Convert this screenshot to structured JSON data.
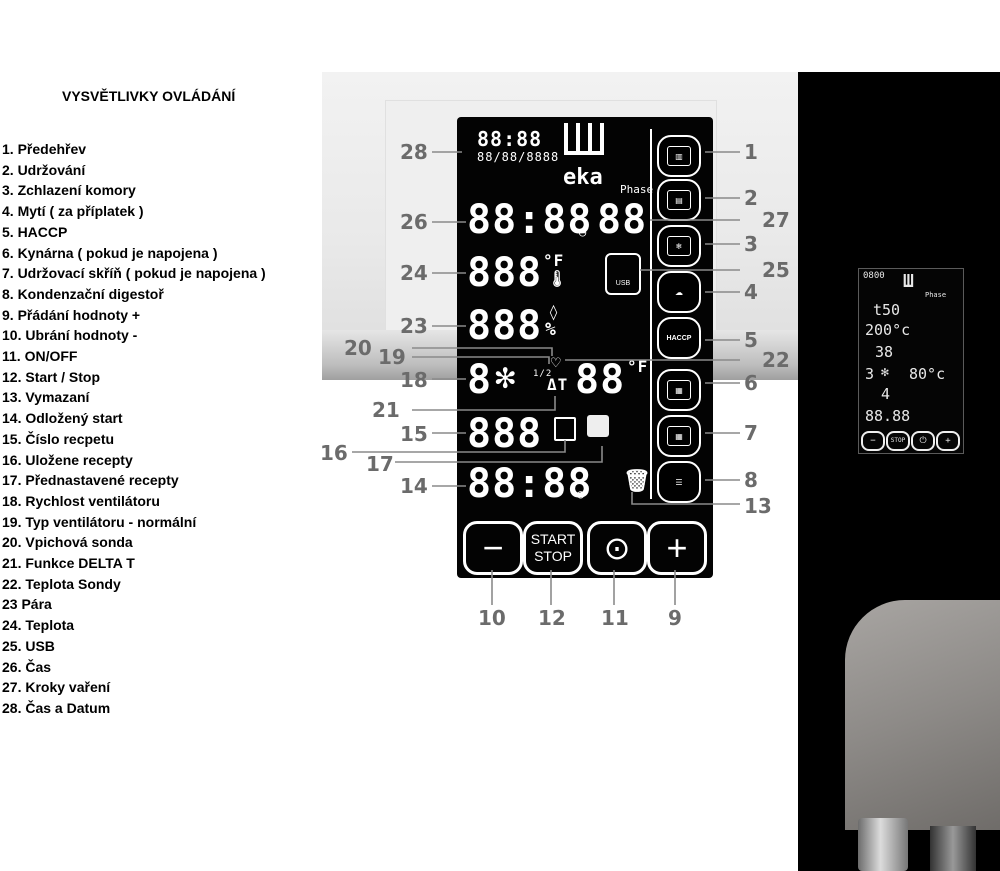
{
  "legend": {
    "title": "VYSVĚTLIVKY OVLÁDÁNÍ",
    "items": [
      "1. Předehřev",
      "2. Udržování",
      "3. Zchlazení komory",
      "4. Mytí ( za příplatek )",
      "5. HACCP",
      "6. Kynárna ( pokud je napojena )",
      "7. Udržovací skříň ( pokud je napojena )",
      "8. Kondenzační digestoř",
      "9. Přádání hodnoty +",
      "10. Ubrání hodnoty -",
      "11. ON/OFF",
      "12. Start / Stop",
      "13. Vymazaní",
      "14. Odložený start",
      "15. Číslo recpetu",
      "16. Uložene recepty",
      "17. Přednastavené recepty",
      "18. Rychlost ventilátoru",
      "19. Typ ventilátoru - normální",
      "20. Vpichová sonda",
      "21. Funkce DELTA T",
      "22. Teplota Sondy",
      "23 Pára",
      "24. Teplota",
      "25. USB",
      "26. Čas",
      "27. Kroky vaření",
      "28. Čas a Datum"
    ]
  },
  "display": {
    "brand": "eka",
    "phase_label": "Phase",
    "datetime_time": "88:88",
    "datetime_date": "88/88/8888",
    "time": "88:88",
    "phase_steps": "88",
    "temperature": "888",
    "temperature_unit": "°F",
    "steam": "888",
    "steam_unit": "%",
    "fan_speed": "8",
    "fan_half": "1/2",
    "probe_temp": "88",
    "probe_unit": "°F",
    "delta_t": "ΔT",
    "recipe_number": "888",
    "delay_start": "88:88",
    "usb_label": "USB",
    "haccp_label": "HACCP",
    "start_label": "START",
    "stop_label": "STOP"
  },
  "mini_display": {
    "line1": "0800",
    "line2": "t50",
    "line3": "200°c",
    "line4": "38",
    "line5": "3",
    "line6": "80°c",
    "line7": "4",
    "line8": "88.88",
    "phase": "Phase",
    "stop": "STOP"
  },
  "callouts": [
    "28",
    "26",
    "24",
    "23",
    "20",
    "19",
    "18",
    "21",
    "15",
    "16",
    "17",
    "14",
    "1",
    "2",
    "27",
    "3",
    "25",
    "4",
    "5",
    "22",
    "6",
    "7",
    "8",
    "13",
    "10",
    "12",
    "11",
    "9"
  ]
}
